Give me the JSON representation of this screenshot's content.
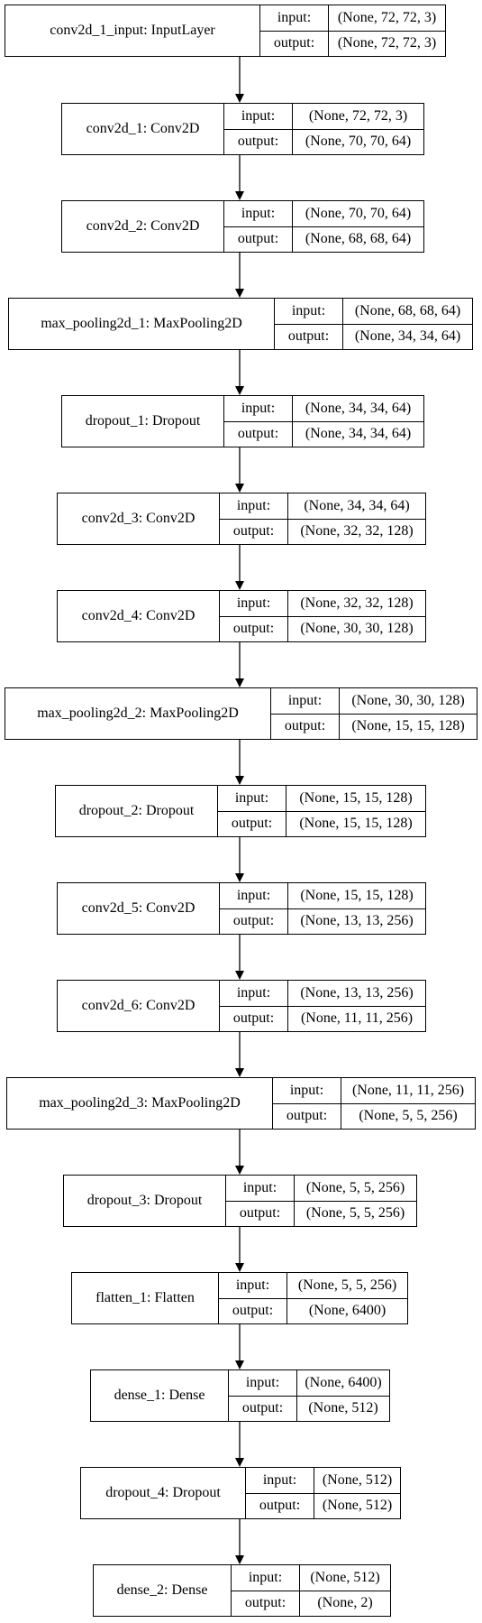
{
  "port_labels": {
    "input": "input:",
    "output": "output:"
  },
  "layers": [
    {
      "name": "conv2d_1_input: InputLayer",
      "input": "(None, 72, 72, 3)",
      "output": "(None, 72, 72, 3)"
    },
    {
      "name": "conv2d_1: Conv2D",
      "input": "(None, 72, 72, 3)",
      "output": "(None, 70, 70, 64)"
    },
    {
      "name": "conv2d_2: Conv2D",
      "input": "(None, 70, 70, 64)",
      "output": "(None, 68, 68, 64)"
    },
    {
      "name": "max_pooling2d_1: MaxPooling2D",
      "input": "(None, 68, 68, 64)",
      "output": "(None, 34, 34, 64)"
    },
    {
      "name": "dropout_1: Dropout",
      "input": "(None, 34, 34, 64)",
      "output": "(None, 34, 34, 64)"
    },
    {
      "name": "conv2d_3: Conv2D",
      "input": "(None, 34, 34, 64)",
      "output": "(None, 32, 32, 128)"
    },
    {
      "name": "conv2d_4: Conv2D",
      "input": "(None, 32, 32, 128)",
      "output": "(None, 30, 30, 128)"
    },
    {
      "name": "max_pooling2d_2: MaxPooling2D",
      "input": "(None, 30, 30, 128)",
      "output": "(None, 15, 15, 128)"
    },
    {
      "name": "dropout_2: Dropout",
      "input": "(None, 15, 15, 128)",
      "output": "(None, 15, 15, 128)"
    },
    {
      "name": "conv2d_5: Conv2D",
      "input": "(None, 15, 15, 128)",
      "output": "(None, 13, 13, 256)"
    },
    {
      "name": "conv2d_6: Conv2D",
      "input": "(None, 13, 13, 256)",
      "output": "(None, 11, 11, 256)"
    },
    {
      "name": "max_pooling2d_3: MaxPooling2D",
      "input": "(None, 11, 11, 256)",
      "output": "(None, 5, 5, 256)"
    },
    {
      "name": "dropout_3: Dropout",
      "input": "(None, 5, 5, 256)",
      "output": "(None, 5, 5, 256)"
    },
    {
      "name": "flatten_1: Flatten",
      "input": "(None, 5, 5, 256)",
      "output": "(None, 6400)"
    },
    {
      "name": "dense_1: Dense",
      "input": "(None, 6400)",
      "output": "(None, 512)"
    },
    {
      "name": "dropout_4: Dropout",
      "input": "(None, 512)",
      "output": "(None, 512)"
    },
    {
      "name": "dense_2: Dense",
      "input": "(None, 512)",
      "output": "(None, 2)"
    }
  ]
}
